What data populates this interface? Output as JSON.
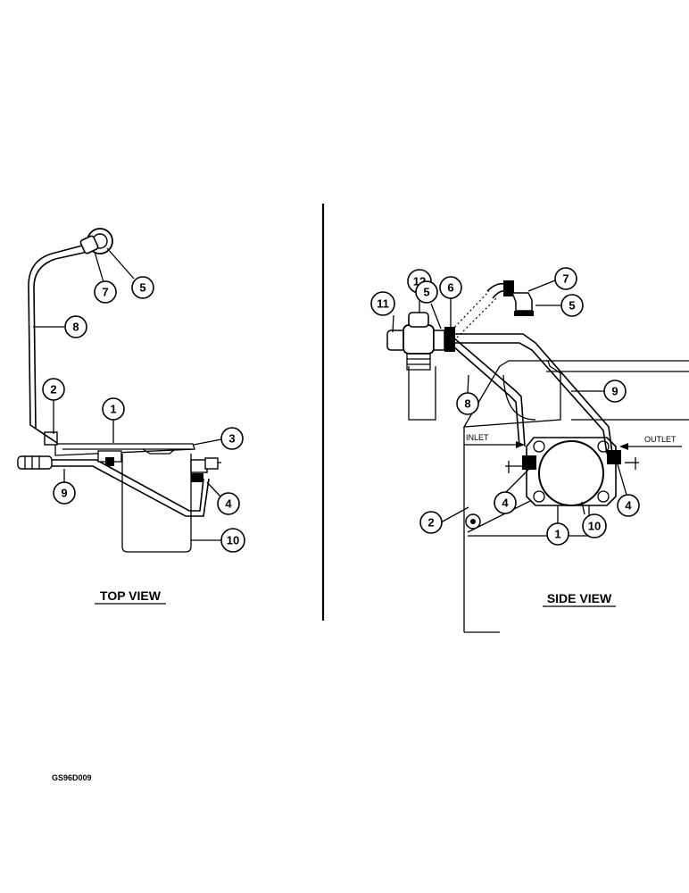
{
  "views": {
    "top": {
      "heading": "TOP VIEW",
      "callouts": [
        "5",
        "7",
        "8",
        "2",
        "1",
        "3",
        "9",
        "4",
        "10"
      ]
    },
    "side": {
      "heading": "SIDE VIEW",
      "callouts": [
        "12",
        "5",
        "6",
        "7",
        "11",
        "5",
        "8",
        "9",
        "4",
        "4",
        "2",
        "10",
        "1"
      ],
      "inlet_label": "INLET",
      "outlet_label": "OUTLET"
    }
  },
  "figure_code": "GS96D009"
}
